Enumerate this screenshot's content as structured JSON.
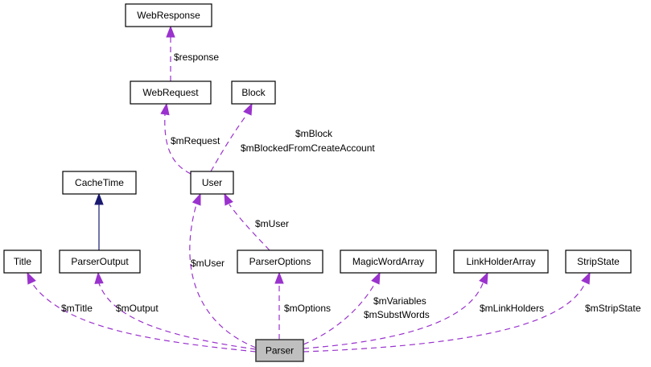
{
  "diagram": {
    "title": "Collaboration diagram for Parser",
    "nodes": [
      {
        "id": "WebResponse",
        "label": "WebResponse"
      },
      {
        "id": "WebRequest",
        "label": "WebRequest"
      },
      {
        "id": "Block",
        "label": "Block"
      },
      {
        "id": "User",
        "label": "User"
      },
      {
        "id": "CacheTime",
        "label": "CacheTime"
      },
      {
        "id": "Title",
        "label": "Title"
      },
      {
        "id": "ParserOutput",
        "label": "ParserOutput"
      },
      {
        "id": "ParserOptions",
        "label": "ParserOptions"
      },
      {
        "id": "MagicWordArray",
        "label": "MagicWordArray"
      },
      {
        "id": "LinkHolderArray",
        "label": "LinkHolderArray"
      },
      {
        "id": "StripState",
        "label": "StripState"
      },
      {
        "id": "Parser",
        "label": "Parser",
        "focus": true
      }
    ],
    "edges": [
      {
        "from": "WebRequest",
        "to": "WebResponse",
        "kind": "usage",
        "labels": [
          "$response"
        ]
      },
      {
        "from": "User",
        "to": "WebRequest",
        "kind": "usage",
        "labels": [
          "$mRequest"
        ]
      },
      {
        "from": "User",
        "to": "Block",
        "kind": "usage",
        "labels": [
          "$mBlock",
          "$mBlockedFromCreateAccount"
        ]
      },
      {
        "from": "ParserOutput",
        "to": "CacheTime",
        "kind": "inheritance",
        "labels": []
      },
      {
        "from": "ParserOptions",
        "to": "User",
        "kind": "usage",
        "labels": [
          "$mUser"
        ]
      },
      {
        "from": "Parser",
        "to": "User",
        "kind": "usage",
        "labels": [
          "$mUser"
        ]
      },
      {
        "from": "Parser",
        "to": "Title",
        "kind": "usage",
        "labels": [
          "$mTitle"
        ]
      },
      {
        "from": "Parser",
        "to": "ParserOutput",
        "kind": "usage",
        "labels": [
          "$mOutput"
        ]
      },
      {
        "from": "Parser",
        "to": "ParserOptions",
        "kind": "usage",
        "labels": [
          "$mOptions"
        ]
      },
      {
        "from": "Parser",
        "to": "MagicWordArray",
        "kind": "usage",
        "labels": [
          "$mVariables",
          "$mSubstWords"
        ]
      },
      {
        "from": "Parser",
        "to": "LinkHolderArray",
        "kind": "usage",
        "labels": [
          "$mLinkHolders"
        ]
      },
      {
        "from": "Parser",
        "to": "StripState",
        "kind": "usage",
        "labels": [
          "$mStripState"
        ]
      }
    ],
    "colors": {
      "usage_edge": "#9a32cd",
      "inheritance_edge": "#191970",
      "focus_fill": "#bfbfbf"
    }
  }
}
